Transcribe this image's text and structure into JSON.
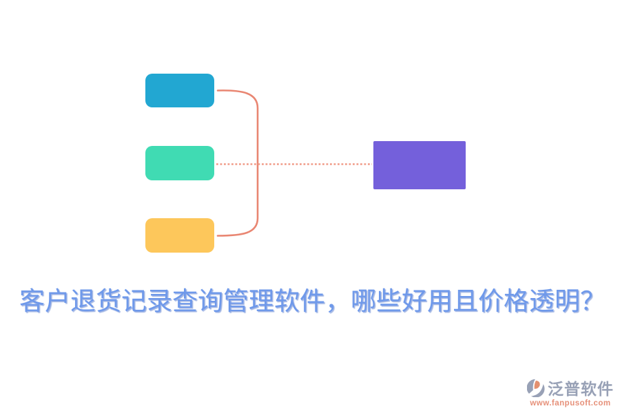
{
  "page": {
    "background": "#ffffff",
    "type": "infographic-diagram"
  },
  "headline": {
    "text": "客户退货记录查询管理软件，哪些好用且价格透明？"
  },
  "diagram": {
    "nodes": [
      {
        "id": "source-top",
        "label": "",
        "color": "#22a7d2",
        "shape": "rounded-rect"
      },
      {
        "id": "source-middle",
        "label": "",
        "color": "#40dbb3",
        "shape": "rounded-rect"
      },
      {
        "id": "source-bottom",
        "label": "",
        "color": "#fdc75b",
        "shape": "rounded-rect"
      },
      {
        "id": "target",
        "label": "",
        "color": "#7460db",
        "shape": "rect"
      }
    ],
    "links": [
      {
        "from": "source-top",
        "to": "bracket",
        "style": "solid-curve"
      },
      {
        "from": "source-bottom",
        "to": "bracket",
        "style": "solid-curve"
      },
      {
        "from": "source-middle",
        "to": "target",
        "style": "dotted"
      }
    ]
  },
  "colors": {
    "box-top": "#22a7d2",
    "box-middle": "#40dbb3",
    "box-bottom": "#fdc75b",
    "box-target": "#7460db",
    "connector": "#e98672",
    "connector-dotted": "#f09b88",
    "headline": "#6f99ea",
    "logo-text": "#98a1b6",
    "logo-url": "#e69079",
    "logo-accent": "#e3906f"
  },
  "logo": {
    "name": "泛普软件",
    "url": "www.fanpusoft.com"
  }
}
